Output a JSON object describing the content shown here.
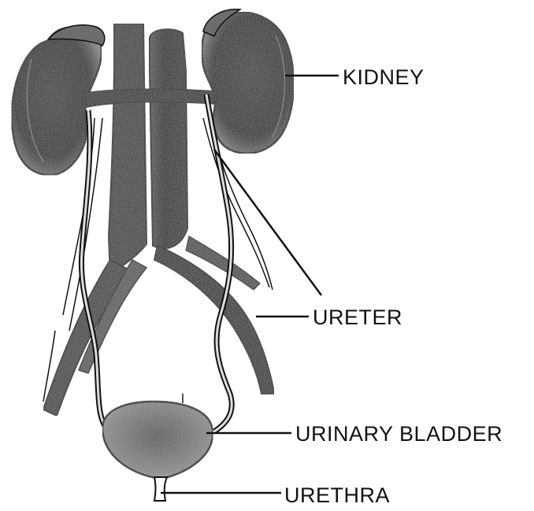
{
  "figure": {
    "labels": {
      "kidney": "KIDNEY",
      "ureter": "URETER",
      "urinary_bladder": "URINARY BLADDER",
      "urethra": "URETHRA"
    }
  }
}
